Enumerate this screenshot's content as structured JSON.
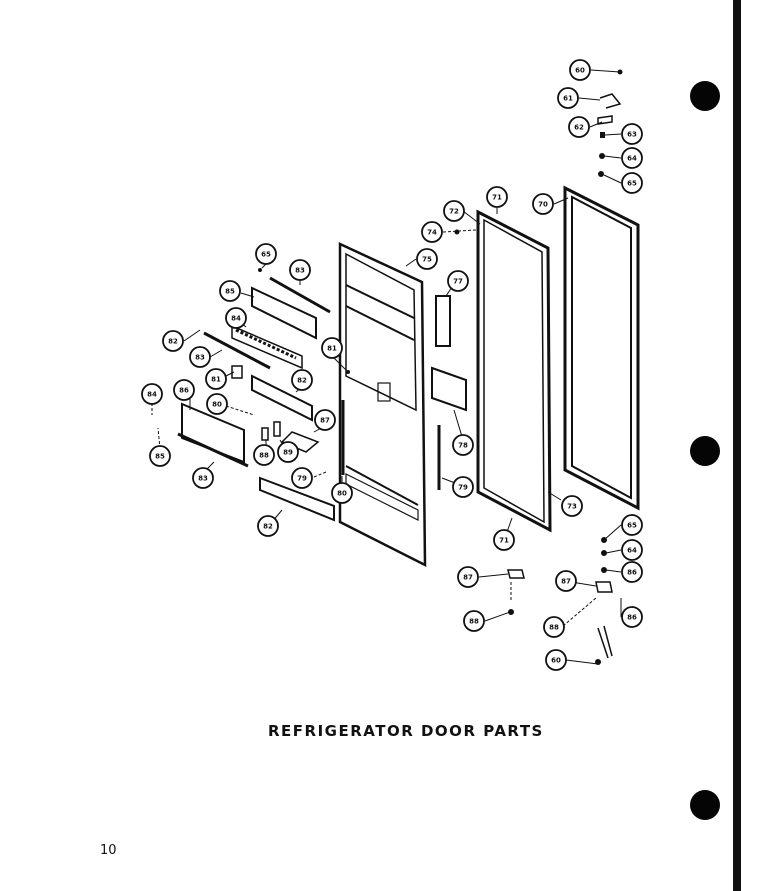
{
  "caption": "REFRIGERATOR DOOR PARTS",
  "page_number": "10",
  "callouts": {
    "c60a": "60",
    "c61a": "61",
    "c62a": "62",
    "c63a": "63",
    "c64a": "64",
    "c65a": "65",
    "c70": "70",
    "c71a": "71",
    "c72": "72",
    "c74": "74",
    "c75": "75",
    "c77": "77",
    "c78": "78",
    "c79a": "79",
    "c73": "73",
    "c71b": "71",
    "c65b": "65",
    "c83a": "83",
    "c85a": "85",
    "c84a": "84",
    "c82a": "82",
    "c83b": "83",
    "c81a": "81",
    "c81b": "81",
    "c82b": "82",
    "c86a": "86",
    "c84b": "84",
    "c80a": "80",
    "c85b": "85",
    "c87a": "87",
    "c88a": "88",
    "c89": "89",
    "c79b": "79",
    "c83c": "83",
    "c82c": "82",
    "c80b": "80",
    "c65c": "65",
    "c64b": "64",
    "c86b": "86",
    "c87b": "87",
    "c87c": "87",
    "c86c": "86",
    "c88b": "88",
    "c88c": "88",
    "c60b": "60"
  }
}
